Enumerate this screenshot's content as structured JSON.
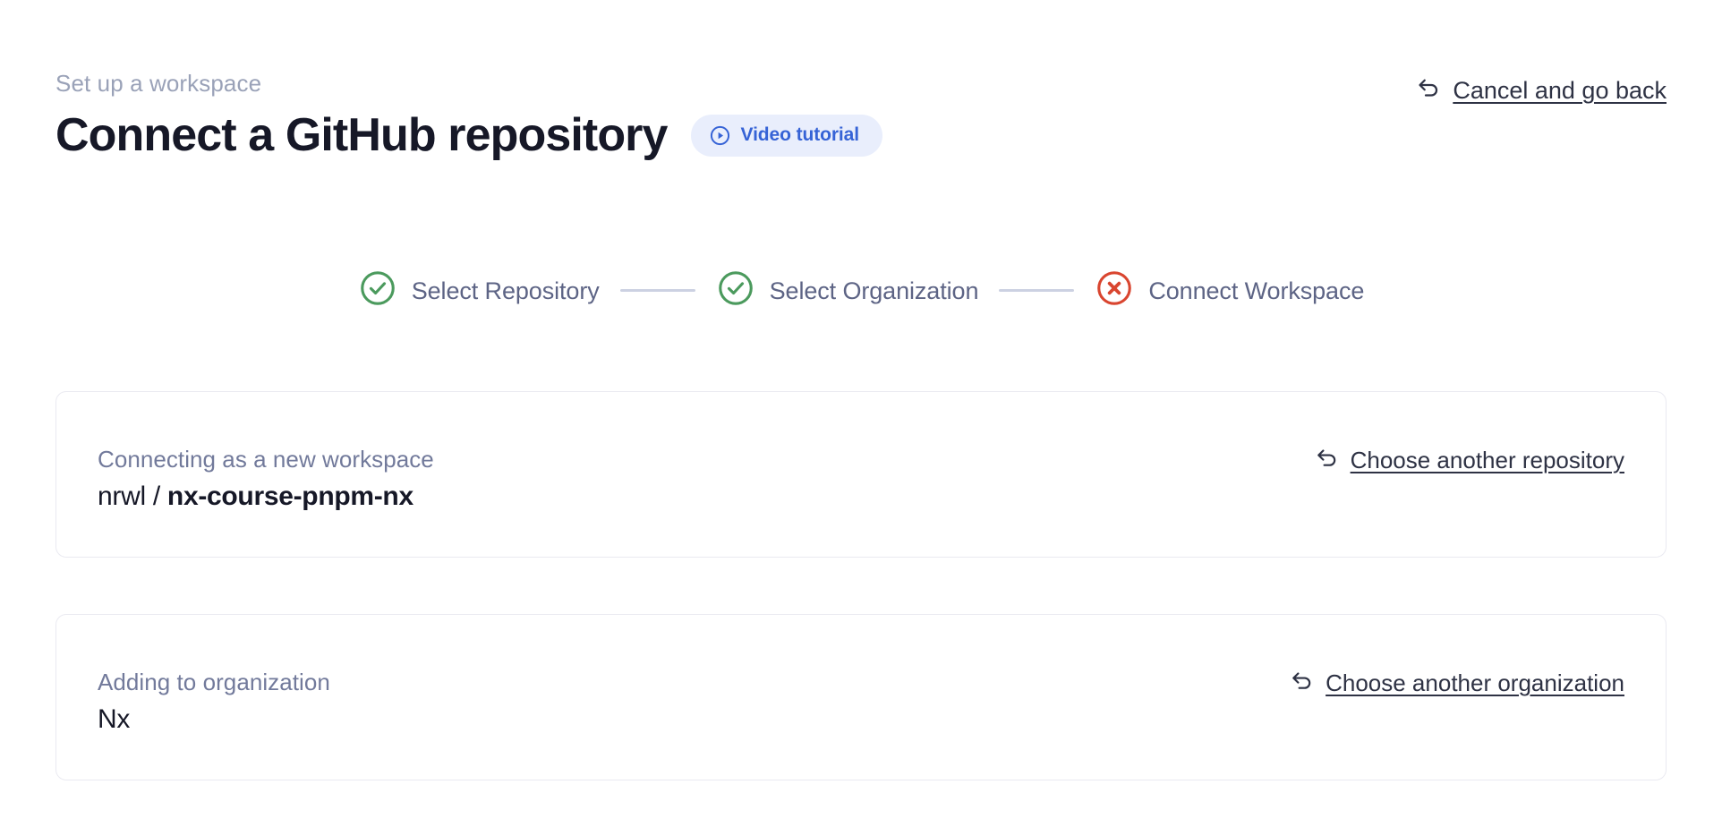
{
  "header": {
    "eyebrow": "Set up a workspace",
    "title": "Connect a GitHub repository",
    "video_badge_label": "Video tutorial",
    "video_badge_icon": "play-circle-icon",
    "cancel_label": "Cancel and go back",
    "cancel_icon": "undo-arrow-icon"
  },
  "stepper": {
    "steps": [
      {
        "label": "Select Repository",
        "state": "complete",
        "icon": "check-circle-icon"
      },
      {
        "label": "Select Organization",
        "state": "complete",
        "icon": "check-circle-icon"
      },
      {
        "label": "Connect Workspace",
        "state": "error",
        "icon": "x-circle-icon"
      }
    ]
  },
  "cards": [
    {
      "caption": "Connecting as a new workspace",
      "repo_owner": "nrwl",
      "repo_separator": "/",
      "repo_name": "nx-course-pnpm-nx",
      "action_label": "Choose another repository",
      "action_icon": "undo-arrow-icon"
    },
    {
      "caption": "Adding to organization",
      "value": "Nx",
      "action_label": "Choose another organization",
      "action_icon": "undo-arrow-icon"
    }
  ],
  "colors": {
    "background": "#ffffff",
    "title": "#161827",
    "eyebrow": "#9aa2b8",
    "muted_text": "#727a9b",
    "step_label": "#5d6485",
    "step_complete": "#4b9a5d",
    "step_error": "#d9452f",
    "accent_blue": "#3663d6",
    "badge_background": "#e9eefc",
    "card_border": "#eaeaf1",
    "connector": "#ccd1e2",
    "link": "#2e3244"
  }
}
